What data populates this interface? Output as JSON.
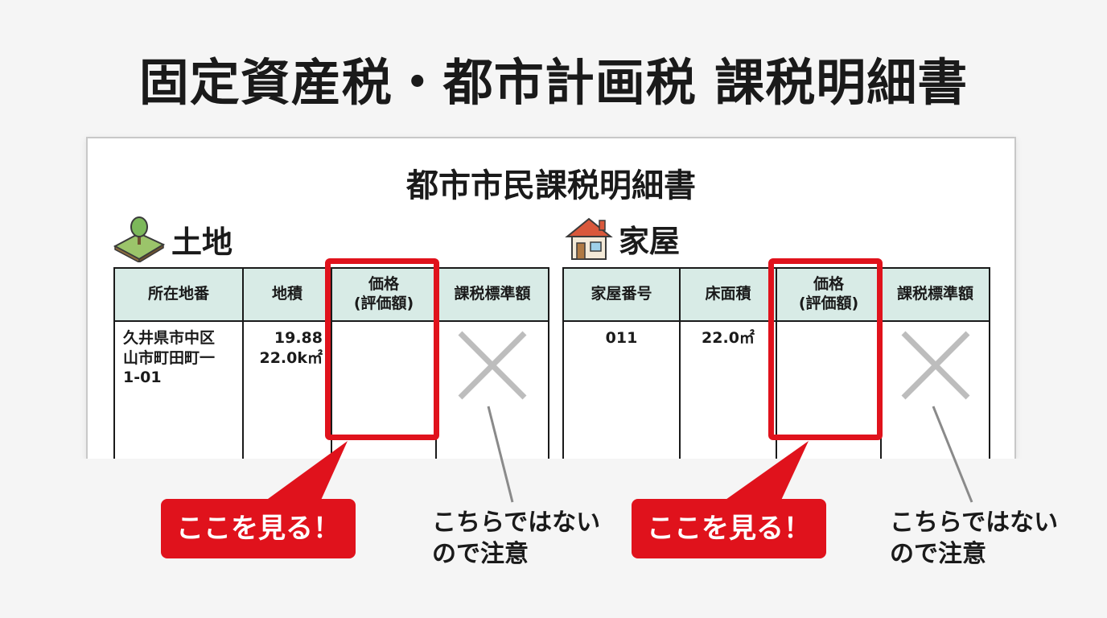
{
  "title": "固定資産税・都市計画税 課税明細書",
  "document": {
    "title": "都市市民課税明細書",
    "land": {
      "label": "土地",
      "icon": "land-plot-icon",
      "headers": [
        "所在地番",
        "地積",
        "価格\n(評価額)",
        "課税標準額"
      ],
      "row": {
        "location": "久井県市中区\n山市町田町一\n1-01",
        "area": "19.88\n22.0k㎡",
        "price": "",
        "standard": ""
      }
    },
    "house": {
      "label": "家屋",
      "icon": "house-icon",
      "headers": [
        "家屋番号",
        "床面積",
        "価格\n(評価額)",
        "課税標準額"
      ],
      "row": {
        "number": "011",
        "floor_area": "22.0㎡",
        "price": "",
        "standard": ""
      }
    }
  },
  "annotations": {
    "look_here": "ここを見る！",
    "not_this": "こちらではない\nので注意"
  },
  "colors": {
    "accent_red": "#e0121c",
    "header_bg": "#d8ebe6",
    "cross_gray": "#bdbdbd"
  }
}
